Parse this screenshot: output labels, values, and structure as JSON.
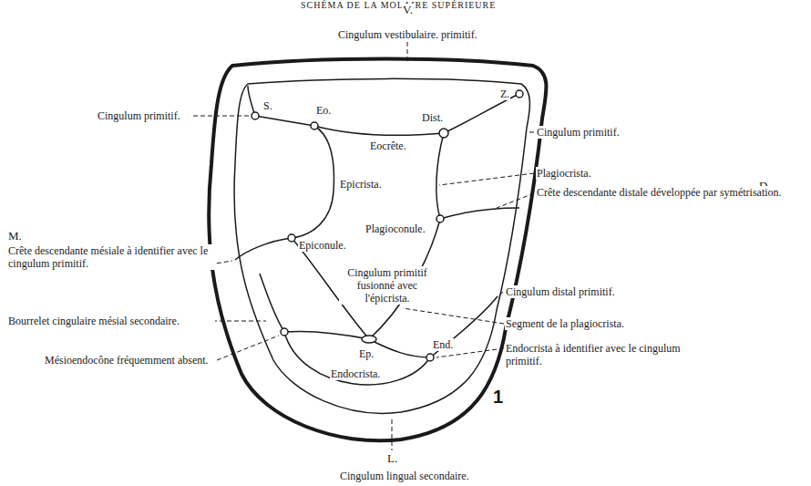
{
  "diagram": {
    "title": "SCHÉMA DE LA MOLAIRE SUPÉRIEURE",
    "labels": [
      "V.",
      "Cingulum vestibulaire. primitif.",
      "S.",
      "Eo.",
      "Eocrête.",
      "Dist.",
      "Z.",
      "Cingulum primitif.",
      "Cingulum primitif.",
      "Epicrista.",
      "Plagiocrista.",
      "D.",
      "Crête descendante distale développée par symétrisation.",
      "M.",
      "Crête descendante mésiale à identifier avec le cingulum primitif.",
      "Epiconule.",
      "Plagioconule.",
      "Cingulum primitif fusionné avec l'épicrista.",
      "Cingulum distal primitif.",
      "Segment de la plagiocrista.",
      "Bourrelet cingulaire mésial secondaire.",
      "Mésioendocône fréquemment absent.",
      "Ep.",
      "End.",
      "Endocrista à identifier avec le cingulum primitif.",
      "Endocrista.",
      "1",
      "L.",
      "Cingulum lingual secondaire."
    ]
  }
}
